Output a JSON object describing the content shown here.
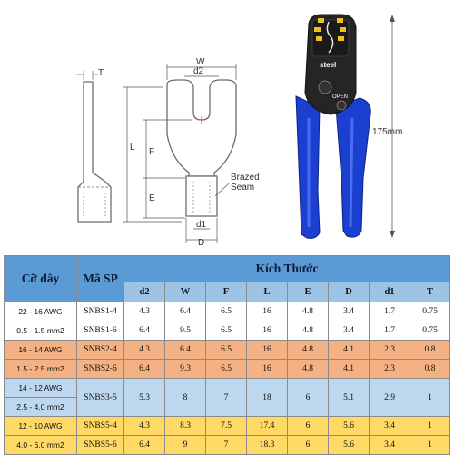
{
  "drawing": {
    "labels": {
      "T": "T",
      "W": "W",
      "d2": "d2",
      "L": "L",
      "F": "F",
      "E": "E",
      "brazed_line1": "Brazed",
      "brazed_line2": "Seam",
      "d1": "d1",
      "D": "D"
    }
  },
  "tool": {
    "brand": "steel",
    "open_label": "OPEN",
    "dimension": "175mm",
    "colors": {
      "handle": "#1b3fd1",
      "head": "#222222",
      "die_labels": "#f0c020"
    }
  },
  "table": {
    "header": {
      "wire_size": "Cỡ dây",
      "part_no": "Mã SP",
      "dimensions": "Kích Thước",
      "columns": [
        "d2",
        "W",
        "F",
        "L",
        "E",
        "D",
        "d1",
        "T"
      ]
    },
    "groups": [
      {
        "color": "white",
        "rows": [
          {
            "size": "22 - 16 AWG",
            "part": "SNBS1-4",
            "values": [
              "4.3",
              "6.4",
              "6.5",
              "16",
              "4.8",
              "3.4",
              "1.7",
              "0.75"
            ]
          },
          {
            "size": "0.5 - 1.5 mm2",
            "part": "SNBS1-6",
            "values": [
              "6.4",
              "9.5",
              "6.5",
              "16",
              "4.8",
              "3.4",
              "1.7",
              "0.75"
            ]
          }
        ]
      },
      {
        "color": "orange",
        "rows": [
          {
            "size": "16 - 14 AWG",
            "part": "SNBS2-4",
            "values": [
              "4.3",
              "6.4",
              "6.5",
              "16",
              "4.8",
              "4.1",
              "2.3",
              "0.8"
            ]
          },
          {
            "size": "1.5 - 2.5 mm2",
            "part": "SNBS2-6",
            "values": [
              "6.4",
              "9.3",
              "6.5",
              "16",
              "4.8",
              "4.1",
              "2.3",
              "0.8"
            ]
          }
        ]
      },
      {
        "color": "blue",
        "merged": true,
        "sizes": [
          "14 - 12 AWG",
          "2.5 - 4.0 mm2"
        ],
        "part": "SNBS3-5",
        "values": [
          "5.3",
          "8",
          "7",
          "18",
          "6",
          "5.1",
          "2.9",
          "1"
        ]
      },
      {
        "color": "yellow",
        "rows": [
          {
            "size": "12 - 10 AWG",
            "part": "SNBS5-4",
            "values": [
              "4.3",
              "8.3",
              "7.5",
              "17.4",
              "6",
              "5.6",
              "3.4",
              "1"
            ]
          },
          {
            "size": "4.0 - 6.0 mm2",
            "part": "SNBS5-6",
            "values": [
              "6.4",
              "9",
              "7",
              "18.3",
              "6",
              "5.6",
              "3.4",
              "1"
            ]
          }
        ]
      }
    ]
  }
}
